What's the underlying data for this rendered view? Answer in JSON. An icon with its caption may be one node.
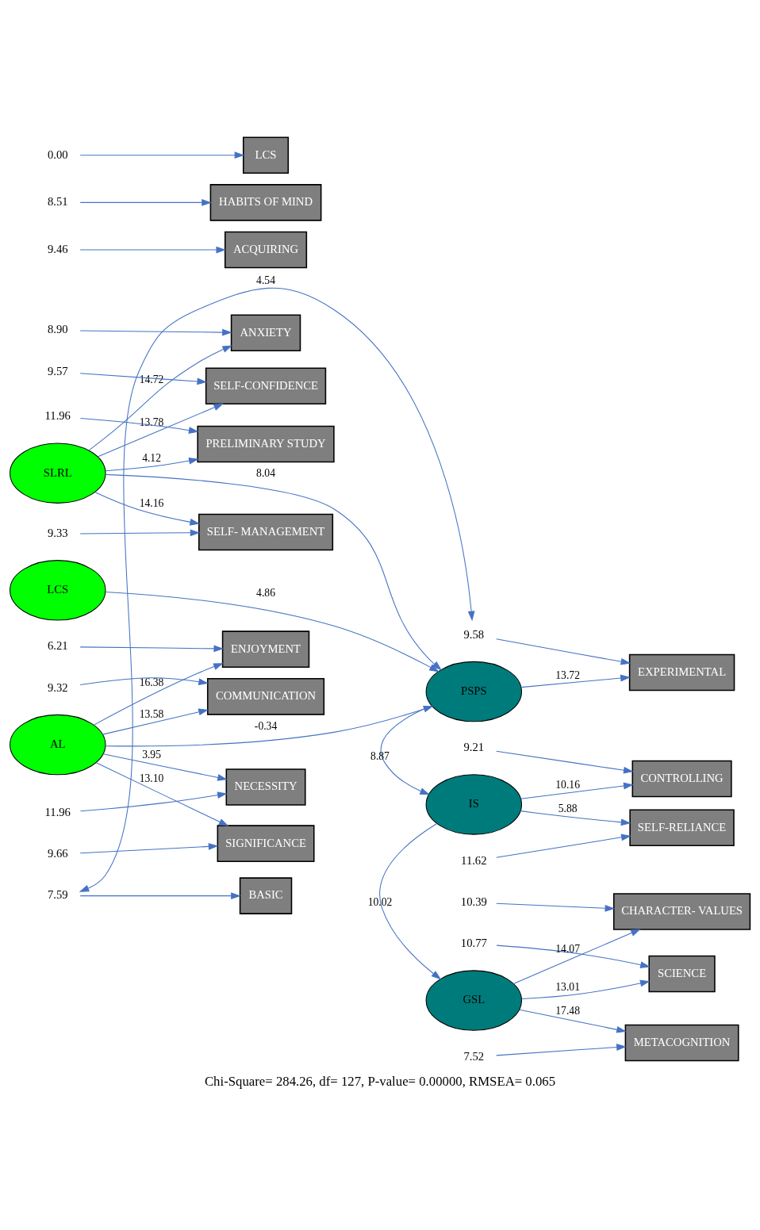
{
  "diagram": {
    "caption": "Chi-Square= 284.26, df= 127, P-value= 0.00000, RMSEA= 0.065",
    "nodes": [
      {
        "text": [
          "7.59"
        ]
      },
      {
        "text": [
          "9.58"
        ]
      },
      {
        "text": [
          "9.46"
        ]
      },
      {
        "text": [
          "9.21"
        ]
      },
      {
        "text": [
          "11.62"
        ]
      },
      {
        "text": [
          "8.51"
        ]
      },
      {
        "text": [
          "10.39"
        ]
      },
      {
        "text": [
          "10.77"
        ]
      },
      {
        "text": [
          "7.52"
        ]
      },
      {
        "text": [
          "BASIC"
        ]
      },
      {
        "text": [
          "EXPERIMENTAL"
        ]
      },
      {
        "text": [
          "ACQUIRING"
        ]
      },
      {
        "text": [
          "CONTROLLING"
        ]
      },
      {
        "text": [
          "SELF-RELIANCE"
        ]
      },
      {
        "text": [
          "HABITS OF MIND"
        ]
      },
      {
        "text": [
          "CHARACTER- VALUES"
        ]
      },
      {
        "text": [
          "SCIENCE"
        ]
      },
      {
        "text": [
          "METACOGNITION"
        ]
      },
      {
        "text": [
          "PSPS"
        ]
      },
      {
        "text": [
          "IS"
        ]
      },
      {
        "text": [
          "GSL"
        ]
      },
      {
        "text": [
          "SLRL"
        ]
      },
      {
        "text": [
          "AL"
        ]
      },
      {
        "text": [
          "LCS"
        ]
      },
      {
        "text": [
          "ANXIETY"
        ]
      },
      {
        "text": [
          "SELF- MANAGEMENT"
        ]
      },
      {
        "text": [
          "SELF-CONFIDENCE"
        ]
      },
      {
        "text": [
          "PRELIMINARY STUDY"
        ]
      },
      {
        "text": [
          "ENJOYMENT"
        ]
      },
      {
        "text": [
          "COMMUNICATION"
        ]
      },
      {
        "text": [
          "NECESSITY"
        ]
      },
      {
        "text": [
          "SIGNIFICANCE"
        ]
      },
      {
        "text": [
          "LCS"
        ]
      },
      {
        "text": [
          "8.90"
        ]
      },
      {
        "text": [
          "9.33"
        ]
      },
      {
        "text": [
          "9.57"
        ]
      },
      {
        "text": [
          "11.96"
        ]
      },
      {
        "text": [
          "6.21"
        ]
      },
      {
        "text": [
          "9.32"
        ]
      },
      {
        "text": [
          "11.96"
        ]
      },
      {
        "text": [
          "9.66"
        ]
      },
      {
        "text": [
          "0.00"
        ]
      }
    ],
    "edges": [
      {
        "from": 0,
        "to": 9,
        "arrow": "to"
      },
      {
        "from": 1,
        "to": 10,
        "arrow": "to"
      },
      {
        "from": 2,
        "to": 11,
        "arrow": "to"
      },
      {
        "from": 3,
        "to": 12,
        "arrow": "to"
      },
      {
        "from": 4,
        "to": 13,
        "arrow": "to"
      },
      {
        "from": 5,
        "to": 14,
        "arrow": "to"
      },
      {
        "from": 6,
        "to": 15,
        "arrow": "to"
      },
      {
        "from": 7,
        "to": 16,
        "arrow": "to"
      },
      {
        "from": 8,
        "to": 17,
        "arrow": "to"
      },
      {
        "from": 0,
        "to": 1,
        "arrow": "both",
        "label": "4.54"
      },
      {
        "from": 18,
        "to": 10,
        "arrow": "to",
        "label": "13.72"
      },
      {
        "from": 19,
        "to": 12,
        "arrow": "to",
        "label": "10.16"
      },
      {
        "from": 19,
        "to": 13,
        "arrow": "to",
        "label": "5.88"
      },
      {
        "from": 20,
        "to": 15,
        "arrow": "to",
        "label": "14.07"
      },
      {
        "from": 20,
        "to": 16,
        "arrow": "to",
        "label": "13.01"
      },
      {
        "from": 20,
        "to": 17,
        "arrow": "to",
        "label": "17.48"
      },
      {
        "from": 18,
        "to": 19,
        "arrow": "to",
        "label": "8.87"
      },
      {
        "from": 19,
        "to": 20,
        "arrow": "to",
        "label": "10.02"
      },
      {
        "from": 21,
        "to": 18,
        "arrow": "to",
        "label": "8.04"
      },
      {
        "from": 22,
        "to": 18,
        "arrow": "to",
        "label": "-0.34"
      },
      {
        "from": 23,
        "to": 18,
        "arrow": "to",
        "label": "4.86"
      },
      {
        "from": 21,
        "to": 24,
        "arrow": "to",
        "label": "14.72"
      },
      {
        "from": 21,
        "to": 25,
        "arrow": "to",
        "label": "14.16"
      },
      {
        "from": 21,
        "to": 26,
        "arrow": "to",
        "label": "13.78"
      },
      {
        "from": 21,
        "to": 27,
        "arrow": "to",
        "label": "4.12"
      },
      {
        "from": 22,
        "to": 28,
        "arrow": "to",
        "label": "16.38"
      },
      {
        "from": 22,
        "to": 29,
        "arrow": "to",
        "label": "13.58"
      },
      {
        "from": 22,
        "to": 30,
        "arrow": "to",
        "label": "3.95"
      },
      {
        "from": 22,
        "to": 31,
        "arrow": "to",
        "label": "13.10"
      },
      {
        "from": 33,
        "to": 24,
        "arrow": "to"
      },
      {
        "from": 34,
        "to": 25,
        "arrow": "to"
      },
      {
        "from": 35,
        "to": 26,
        "arrow": "to"
      },
      {
        "from": 36,
        "to": 27,
        "arrow": "to"
      },
      {
        "from": 37,
        "to": 28,
        "arrow": "to"
      },
      {
        "from": 38,
        "to": 29,
        "arrow": "to"
      },
      {
        "from": 39,
        "to": 30,
        "arrow": "to"
      },
      {
        "from": 40,
        "to": 31,
        "arrow": "to"
      },
      {
        "from": 41,
        "to": 32,
        "arrow": "to"
      }
    ]
  }
}
